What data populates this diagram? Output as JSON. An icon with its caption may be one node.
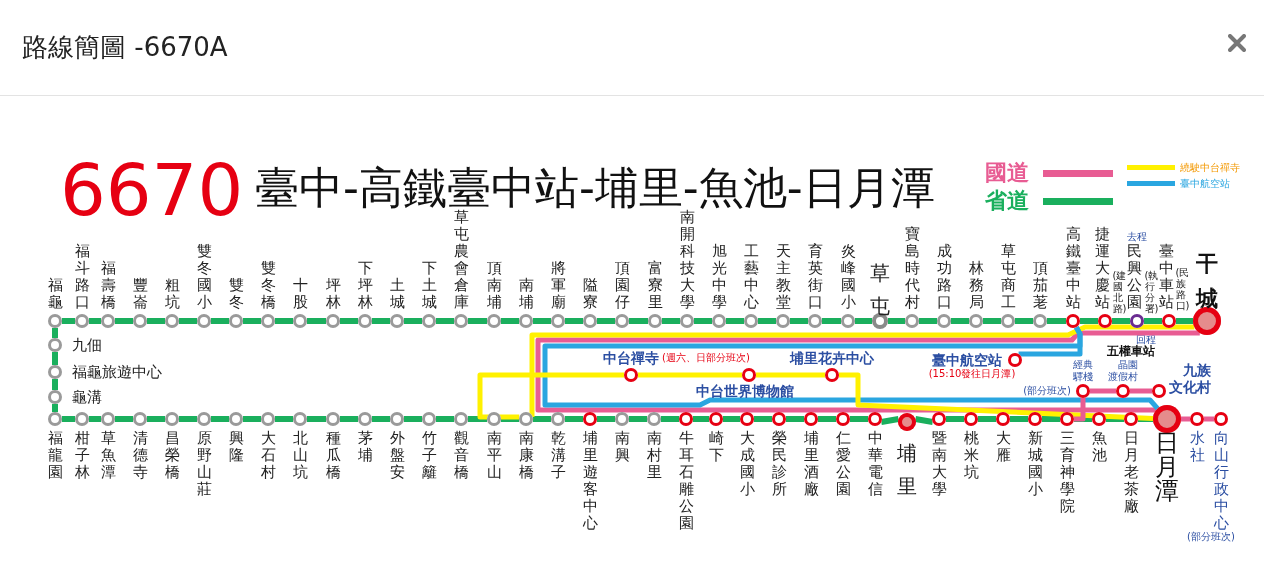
{
  "diagram": {
    "title": "路線簡圖 -6670A",
    "nodes": [
      {
        "text": [
          "福龜"
        ]
      },
      {
        "text": [
          "福斗路口"
        ]
      },
      {
        "text": [
          "福壽橋"
        ]
      },
      {
        "text": [
          "豐崙"
        ]
      },
      {
        "text": [
          "粗坑"
        ]
      },
      {
        "text": [
          "雙冬國小"
        ]
      },
      {
        "text": [
          "雙冬"
        ]
      },
      {
        "text": [
          "雙冬橋"
        ]
      },
      {
        "text": [
          "十股"
        ]
      },
      {
        "text": [
          "坪林"
        ]
      },
      {
        "text": [
          "下坪林"
        ]
      },
      {
        "text": [
          "土城"
        ]
      },
      {
        "text": [
          "下土城"
        ]
      },
      {
        "text": [
          "草屯農會倉庫"
        ]
      },
      {
        "text": [
          "頂南埔"
        ]
      },
      {
        "text": [
          "南埔"
        ]
      },
      {
        "text": [
          "將軍廟"
        ]
      },
      {
        "text": [
          "隘寮"
        ]
      },
      {
        "text": [
          "頂園仔"
        ]
      },
      {
        "text": [
          "富寮里"
        ]
      },
      {
        "text": [
          "南開科技大學"
        ]
      },
      {
        "text": [
          "旭光中學"
        ]
      },
      {
        "text": [
          "工藝中心"
        ]
      },
      {
        "text": [
          "天主教堂"
        ]
      },
      {
        "text": [
          "育英街口"
        ]
      },
      {
        "text": [
          "炎峰國小"
        ]
      },
      {
        "text": [
          "草屯"
        ]
      },
      {
        "text": [
          "寶島時代村"
        ]
      },
      {
        "text": [
          "成功路口"
        ]
      },
      {
        "text": [
          "林務局"
        ]
      },
      {
        "text": [
          "草屯商工"
        ]
      },
      {
        "text": [
          "頂茄荖"
        ]
      },
      {
        "text": [
          "高鐵臺中站"
        ]
      },
      {
        "text": [
          "捷運大慶站"
        ],
        "beside": [
          "(建國北路)"
        ]
      },
      {
        "text": [
          "民興公園"
        ],
        "beside": [
          "(執行分署)"
        ]
      },
      {
        "text": [
          "臺中車站"
        ],
        "beside": [
          "(民族路口)"
        ]
      },
      {
        "text": [
          "干城"
        ]
      },
      {
        "text": [
          "九佃"
        ]
      },
      {
        "text": [
          "福龜旅遊中心"
        ]
      },
      {
        "text": [
          "龜溝"
        ]
      },
      {
        "text": [
          "中台禪寺"
        ]
      },
      {
        "text": [
          "中台世界博物館"
        ],
        "beside": [
          "(週六、日部分班次)"
        ]
      },
      {
        "text": [
          "埔里花卉中心"
        ]
      },
      {
        "text": [
          "臺中航空站"
        ],
        "beside": [
          "(15:10發往日月潭)"
        ]
      },
      {
        "text": [
          "經典驛棧"
        ],
        "beside": [
          "(部分班次)"
        ]
      },
      {
        "text": [
          "晶園渡假村"
        ]
      },
      {
        "text": [
          "九族文化村"
        ]
      },
      {
        "text": [
          "福龍園"
        ]
      },
      {
        "text": [
          "柑子林"
        ]
      },
      {
        "text": [
          "草魚潭"
        ]
      },
      {
        "text": [
          "清德寺"
        ]
      },
      {
        "text": [
          "昌榮橋"
        ]
      },
      {
        "text": [
          "原野山莊"
        ]
      },
      {
        "text": [
          "興隆"
        ]
      },
      {
        "text": [
          "大石村"
        ]
      },
      {
        "text": [
          "北山坑"
        ]
      },
      {
        "text": [
          "種瓜橋"
        ]
      },
      {
        "text": [
          "茅埔"
        ]
      },
      {
        "text": [
          "外盤安"
        ]
      },
      {
        "text": [
          "竹子籬"
        ]
      },
      {
        "text": [
          "觀音橋"
        ]
      },
      {
        "text": [
          "南平山"
        ]
      },
      {
        "text": [
          "南康橋"
        ]
      },
      {
        "text": [
          "乾溝子"
        ]
      },
      {
        "text": [
          "埔里遊客中心"
        ]
      },
      {
        "text": [
          "南興"
        ]
      },
      {
        "text": [
          "南村里"
        ]
      },
      {
        "text": [
          "牛耳石雕公園"
        ]
      },
      {
        "text": [
          "崎下"
        ]
      },
      {
        "text": [
          "大成國小"
        ]
      },
      {
        "text": [
          "榮民診所"
        ]
      },
      {
        "text": [
          "埔里酒廠"
        ]
      },
      {
        "text": [
          "仁愛公園"
        ]
      },
      {
        "text": [
          "中華電信"
        ]
      },
      {
        "text": [
          "埔里"
        ]
      },
      {
        "text": [
          "暨南大學"
        ]
      },
      {
        "text": [
          "桃米坑"
        ]
      },
      {
        "text": [
          "大雁"
        ]
      },
      {
        "text": [
          "新城國小"
        ]
      },
      {
        "text": [
          "三育神學院"
        ]
      },
      {
        "text": [
          "魚池"
        ]
      },
      {
        "text": [
          "日月老茶廠"
        ]
      },
      {
        "text": [
          "日月潭"
        ]
      },
      {
        "text": [
          "水社"
        ]
      },
      {
        "text": [
          "向山行政中心"
        ]
      }
    ],
    "edges": [
      {
        "from": 0,
        "to": 1,
        "arrow": "none"
      },
      {
        "from": 1,
        "to": 2,
        "arrow": "none"
      },
      {
        "from": 2,
        "to": 3,
        "arrow": "none"
      },
      {
        "from": 3,
        "to": 4,
        "arrow": "none"
      },
      {
        "from": 4,
        "to": 5,
        "arrow": "none"
      },
      {
        "from": 5,
        "to": 6,
        "arrow": "none"
      },
      {
        "from": 6,
        "to": 7,
        "arrow": "none"
      },
      {
        "from": 7,
        "to": 8,
        "arrow": "none"
      },
      {
        "from": 8,
        "to": 9,
        "arrow": "none"
      },
      {
        "from": 9,
        "to": 10,
        "arrow": "none"
      },
      {
        "from": 10,
        "to": 11,
        "arrow": "none"
      },
      {
        "from": 11,
        "to": 12,
        "arrow": "none"
      },
      {
        "from": 12,
        "to": 13,
        "arrow": "none"
      },
      {
        "from": 13,
        "to": 14,
        "arrow": "none"
      },
      {
        "from": 14,
        "to": 15,
        "arrow": "none"
      },
      {
        "from": 15,
        "to": 16,
        "arrow": "none"
      },
      {
        "from": 16,
        "to": 17,
        "arrow": "none"
      },
      {
        "from": 17,
        "to": 18,
        "arrow": "none"
      },
      {
        "from": 18,
        "to": 19,
        "arrow": "none"
      },
      {
        "from": 19,
        "to": 20,
        "arrow": "none"
      },
      {
        "from": 20,
        "to": 21,
        "arrow": "none"
      },
      {
        "from": 21,
        "to": 22,
        "arrow": "none"
      },
      {
        "from": 22,
        "to": 23,
        "arrow": "none"
      },
      {
        "from": 23,
        "to": 24,
        "arrow": "none"
      },
      {
        "from": 24,
        "to": 25,
        "arrow": "none"
      },
      {
        "from": 25,
        "to": 26,
        "arrow": "none"
      },
      {
        "from": 26,
        "to": 27,
        "arrow": "none"
      },
      {
        "from": 27,
        "to": 28,
        "arrow": "none"
      },
      {
        "from": 28,
        "to": 29,
        "arrow": "none"
      },
      {
        "from": 29,
        "to": 30,
        "arrow": "none"
      },
      {
        "from": 30,
        "to": 31,
        "arrow": "none"
      },
      {
        "from": 31,
        "to": 32,
        "arrow": "none"
      },
      {
        "from": 32,
        "to": 33,
        "arrow": "none"
      },
      {
        "from": 33,
        "to": 34,
        "arrow": "none"
      },
      {
        "from": 34,
        "to": 35,
        "arrow": "none"
      },
      {
        "from": 35,
        "to": 36,
        "arrow": "none"
      },
      {
        "from": 0,
        "to": 37,
        "arrow": "none"
      },
      {
        "from": 37,
        "to": 38,
        "arrow": "none"
      },
      {
        "from": 38,
        "to": 39,
        "arrow": "none"
      },
      {
        "from": 39,
        "to": 47,
        "arrow": "none"
      },
      {
        "from": 47,
        "to": 48,
        "arrow": "none"
      },
      {
        "from": 48,
        "to": 49,
        "arrow": "none"
      },
      {
        "from": 49,
        "to": 50,
        "arrow": "none"
      },
      {
        "from": 50,
        "to": 51,
        "arrow": "none"
      },
      {
        "from": 51,
        "to": 52,
        "arrow": "none"
      },
      {
        "from": 52,
        "to": 53,
        "arrow": "none"
      },
      {
        "from": 53,
        "to": 54,
        "arrow": "none"
      },
      {
        "from": 54,
        "to": 55,
        "arrow": "none"
      },
      {
        "from": 55,
        "to": 56,
        "arrow": "none"
      },
      {
        "from": 56,
        "to": 57,
        "arrow": "none"
      },
      {
        "from": 57,
        "to": 58,
        "arrow": "none"
      },
      {
        "from": 58,
        "to": 59,
        "arrow": "none"
      },
      {
        "from": 59,
        "to": 60,
        "arrow": "none"
      },
      {
        "from": 60,
        "to": 61,
        "arrow": "none"
      },
      {
        "from": 61,
        "to": 62,
        "arrow": "none"
      },
      {
        "from": 62,
        "to": 63,
        "arrow": "none"
      },
      {
        "from": 63,
        "to": 64,
        "arrow": "none"
      },
      {
        "from": 64,
        "to": 65,
        "arrow": "none"
      },
      {
        "from": 65,
        "to": 66,
        "arrow": "none"
      },
      {
        "from": 66,
        "to": 67,
        "arrow": "none"
      },
      {
        "from": 67,
        "to": 68,
        "arrow": "none"
      },
      {
        "from": 68,
        "to": 69,
        "arrow": "none"
      },
      {
        "from": 69,
        "to": 70,
        "arrow": "none"
      },
      {
        "from": 70,
        "to": 71,
        "arrow": "none"
      },
      {
        "from": 71,
        "to": 72,
        "arrow": "none"
      },
      {
        "from": 72,
        "to": 73,
        "arrow": "none"
      },
      {
        "from": 73,
        "to": 74,
        "arrow": "none"
      },
      {
        "from": 74,
        "to": 75,
        "arrow": "none"
      },
      {
        "from": 75,
        "to": 76,
        "arrow": "none"
      },
      {
        "from": 76,
        "to": 77,
        "arrow": "none"
      },
      {
        "from": 77,
        "to": 78,
        "arrow": "none"
      },
      {
        "from": 78,
        "to": 79,
        "arrow": "none"
      },
      {
        "from": 79,
        "to": 80,
        "arrow": "none"
      },
      {
        "from": 80,
        "to": 81,
        "arrow": "none"
      },
      {
        "from": 81,
        "to": 82,
        "arrow": "none"
      },
      {
        "from": 82,
        "to": 83,
        "arrow": "none",
        "color": "#e85c93"
      },
      {
        "from": 83,
        "to": 84,
        "arrow": "none",
        "color": "#e85c93"
      },
      {
        "from": 36,
        "to": 82,
        "arrow": "none",
        "color": "#e85c93"
      },
      {
        "from": 36,
        "to": 62,
        "arrow": "none",
        "color": "#fff100"
      },
      {
        "from": 32,
        "to": 82,
        "arrow": "none",
        "color": "#2aa6e0"
      },
      {
        "from": 32,
        "to": 43,
        "arrow": "none",
        "color": "#2aa6e0"
      },
      {
        "from": 62,
        "to": 40,
        "arrow": "none",
        "color": "#fff100"
      },
      {
        "from": 40,
        "to": 41,
        "arrow": "none",
        "color": "#fff100"
      },
      {
        "from": 41,
        "to": 42,
        "arrow": "none",
        "color": "#fff100"
      },
      {
        "from": 42,
        "to": 82,
        "arrow": "none",
        "color": "#fff100"
      },
      {
        "from": 79,
        "to": 44,
        "arrow": "none",
        "color": "#e85c93"
      },
      {
        "from": 44,
        "to": 45,
        "arrow": "none",
        "color": "#e85c93"
      },
      {
        "from": 45,
        "to": 46,
        "arrow": "none",
        "color": "#e85c93"
      }
    ],
    "labels": [
      "6670",
      "臺中-高鐵臺中站-埔里-魚池-日月潭",
      "去程",
      "回程",
      "五權車站",
      "(部分班次)"
    ],
    "legend": [
      {
        "text": "國道",
        "color": "#e85c93"
      },
      {
        "text": "省道",
        "color": "#1aaf5d"
      },
      {
        "text": "繞駛中台禪寺",
        "color": "#fff100"
      },
      {
        "text": "臺中航空站",
        "color": "#2aa6e0"
      }
    ]
  }
}
